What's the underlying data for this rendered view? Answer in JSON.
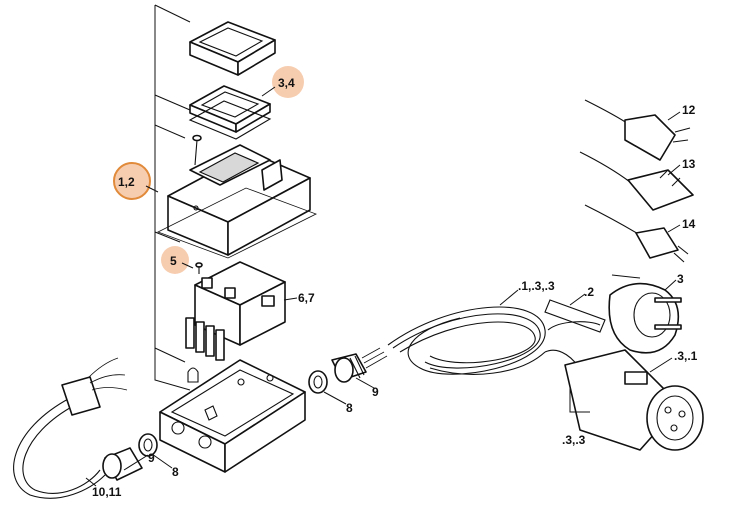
{
  "labels": {
    "l1": "3,4",
    "l2": "1,2",
    "l3": "5",
    "l4": "6,7",
    "l5": "8",
    "l6": "9",
    "l7": "8",
    "l8": "9",
    "l9": "10,11",
    "l10": "12",
    "l11": "13",
    "l12": "14",
    "l13": "3",
    "l14": ".1,.3,.3",
    "l15": ".2",
    "l16": ".3,.1",
    "l17": ".3,.3"
  },
  "highlight_color": "#f7cdb0",
  "highlight_ring_color": "#e08a3a"
}
